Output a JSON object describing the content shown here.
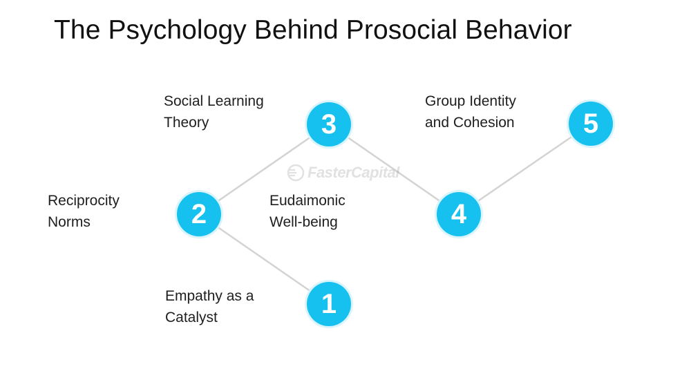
{
  "title": "The Psychology Behind Prosocial Behavior",
  "watermark": "FasterCapital",
  "colors": {
    "node_fill": "#16c1ef",
    "node_text": "#ffffff",
    "connector": "#d3d3d3"
  },
  "steps": [
    {
      "number": "1",
      "label": "Empathy as a\nCatalyst"
    },
    {
      "number": "2",
      "label": "Reciprocity\nNorms"
    },
    {
      "number": "3",
      "label": "Social Learning\nTheory"
    },
    {
      "number": "4",
      "label": "Eudaimonic\nWell-being"
    },
    {
      "number": "5",
      "label": "Group Identity\nand Cohesion"
    }
  ]
}
